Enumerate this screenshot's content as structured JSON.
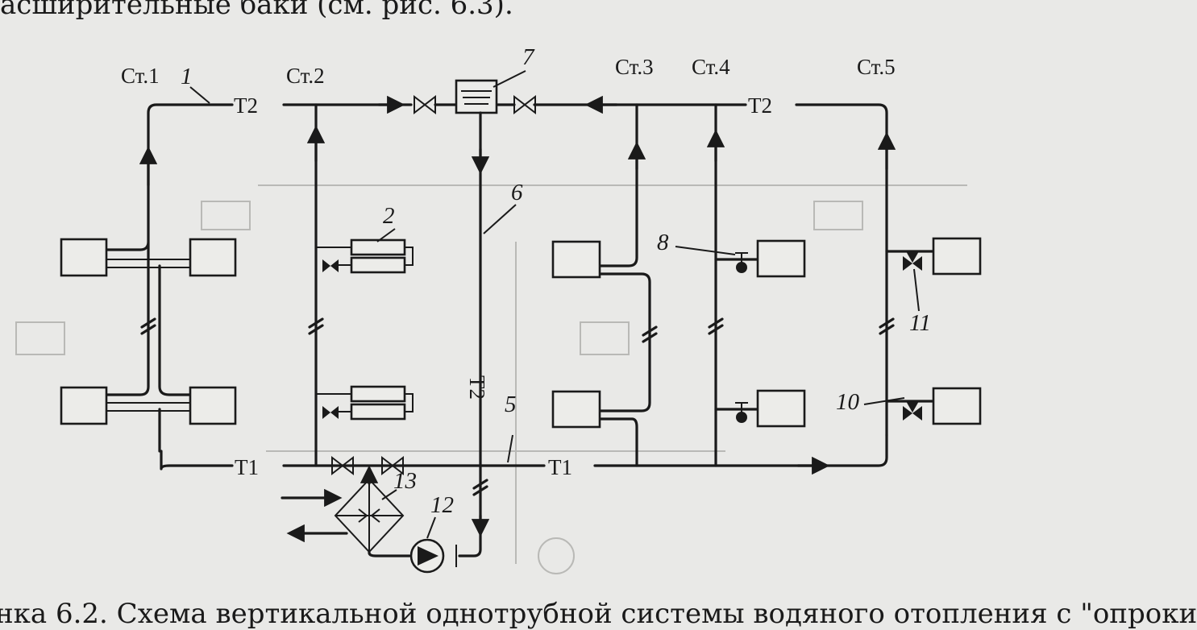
{
  "captions": {
    "top": "асширительные баки (см. рис. 6.3).",
    "bottom": "нка 6.2. Схема вертикальной однотрубной системы водяного отопления с \"опроки"
  },
  "risers": {
    "r1": "Ст.1",
    "r2": "Ст.2",
    "r3": "Ст.3",
    "r4": "Ст.4",
    "r5": "Ст.5"
  },
  "pipes": {
    "supply_left": "Т2",
    "supply_right": "Т2",
    "supply_main": "Т2",
    "return_left": "Т1",
    "return_right": "Т1"
  },
  "callouts": {
    "n1": "1",
    "n2": "2",
    "n5": "5",
    "n6": "6",
    "n7": "7",
    "n8": "8",
    "n10": "10",
    "n11": "11",
    "n12": "12",
    "n13": "13"
  },
  "colors": {
    "ink": "#1a1a1a",
    "paper": "#e9e9e7",
    "ghost": "#b9b9b6"
  }
}
